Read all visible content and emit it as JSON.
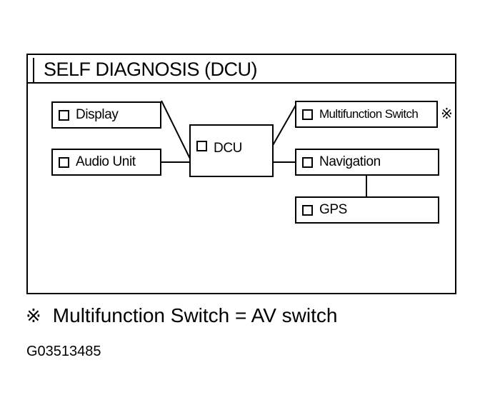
{
  "screen": {
    "title": "SELF DIAGNOSIS (DCU)"
  },
  "diagram": {
    "nodes": {
      "display": "Display",
      "audio_unit": "Audio Unit",
      "dcu": "DCU",
      "multifunction_switch": "Multifunction Switch",
      "navigation": "Navigation",
      "gps": "GPS"
    },
    "edges": [
      [
        "display",
        "dcu"
      ],
      [
        "audio_unit",
        "dcu"
      ],
      [
        "dcu",
        "multifunction_switch"
      ],
      [
        "dcu",
        "navigation"
      ],
      [
        "navigation",
        "gps"
      ]
    ],
    "reference_mark": "※"
  },
  "footnote": {
    "mark": "※",
    "text": "Multifunction Switch = AV switch"
  },
  "figure_code": "G03513485"
}
